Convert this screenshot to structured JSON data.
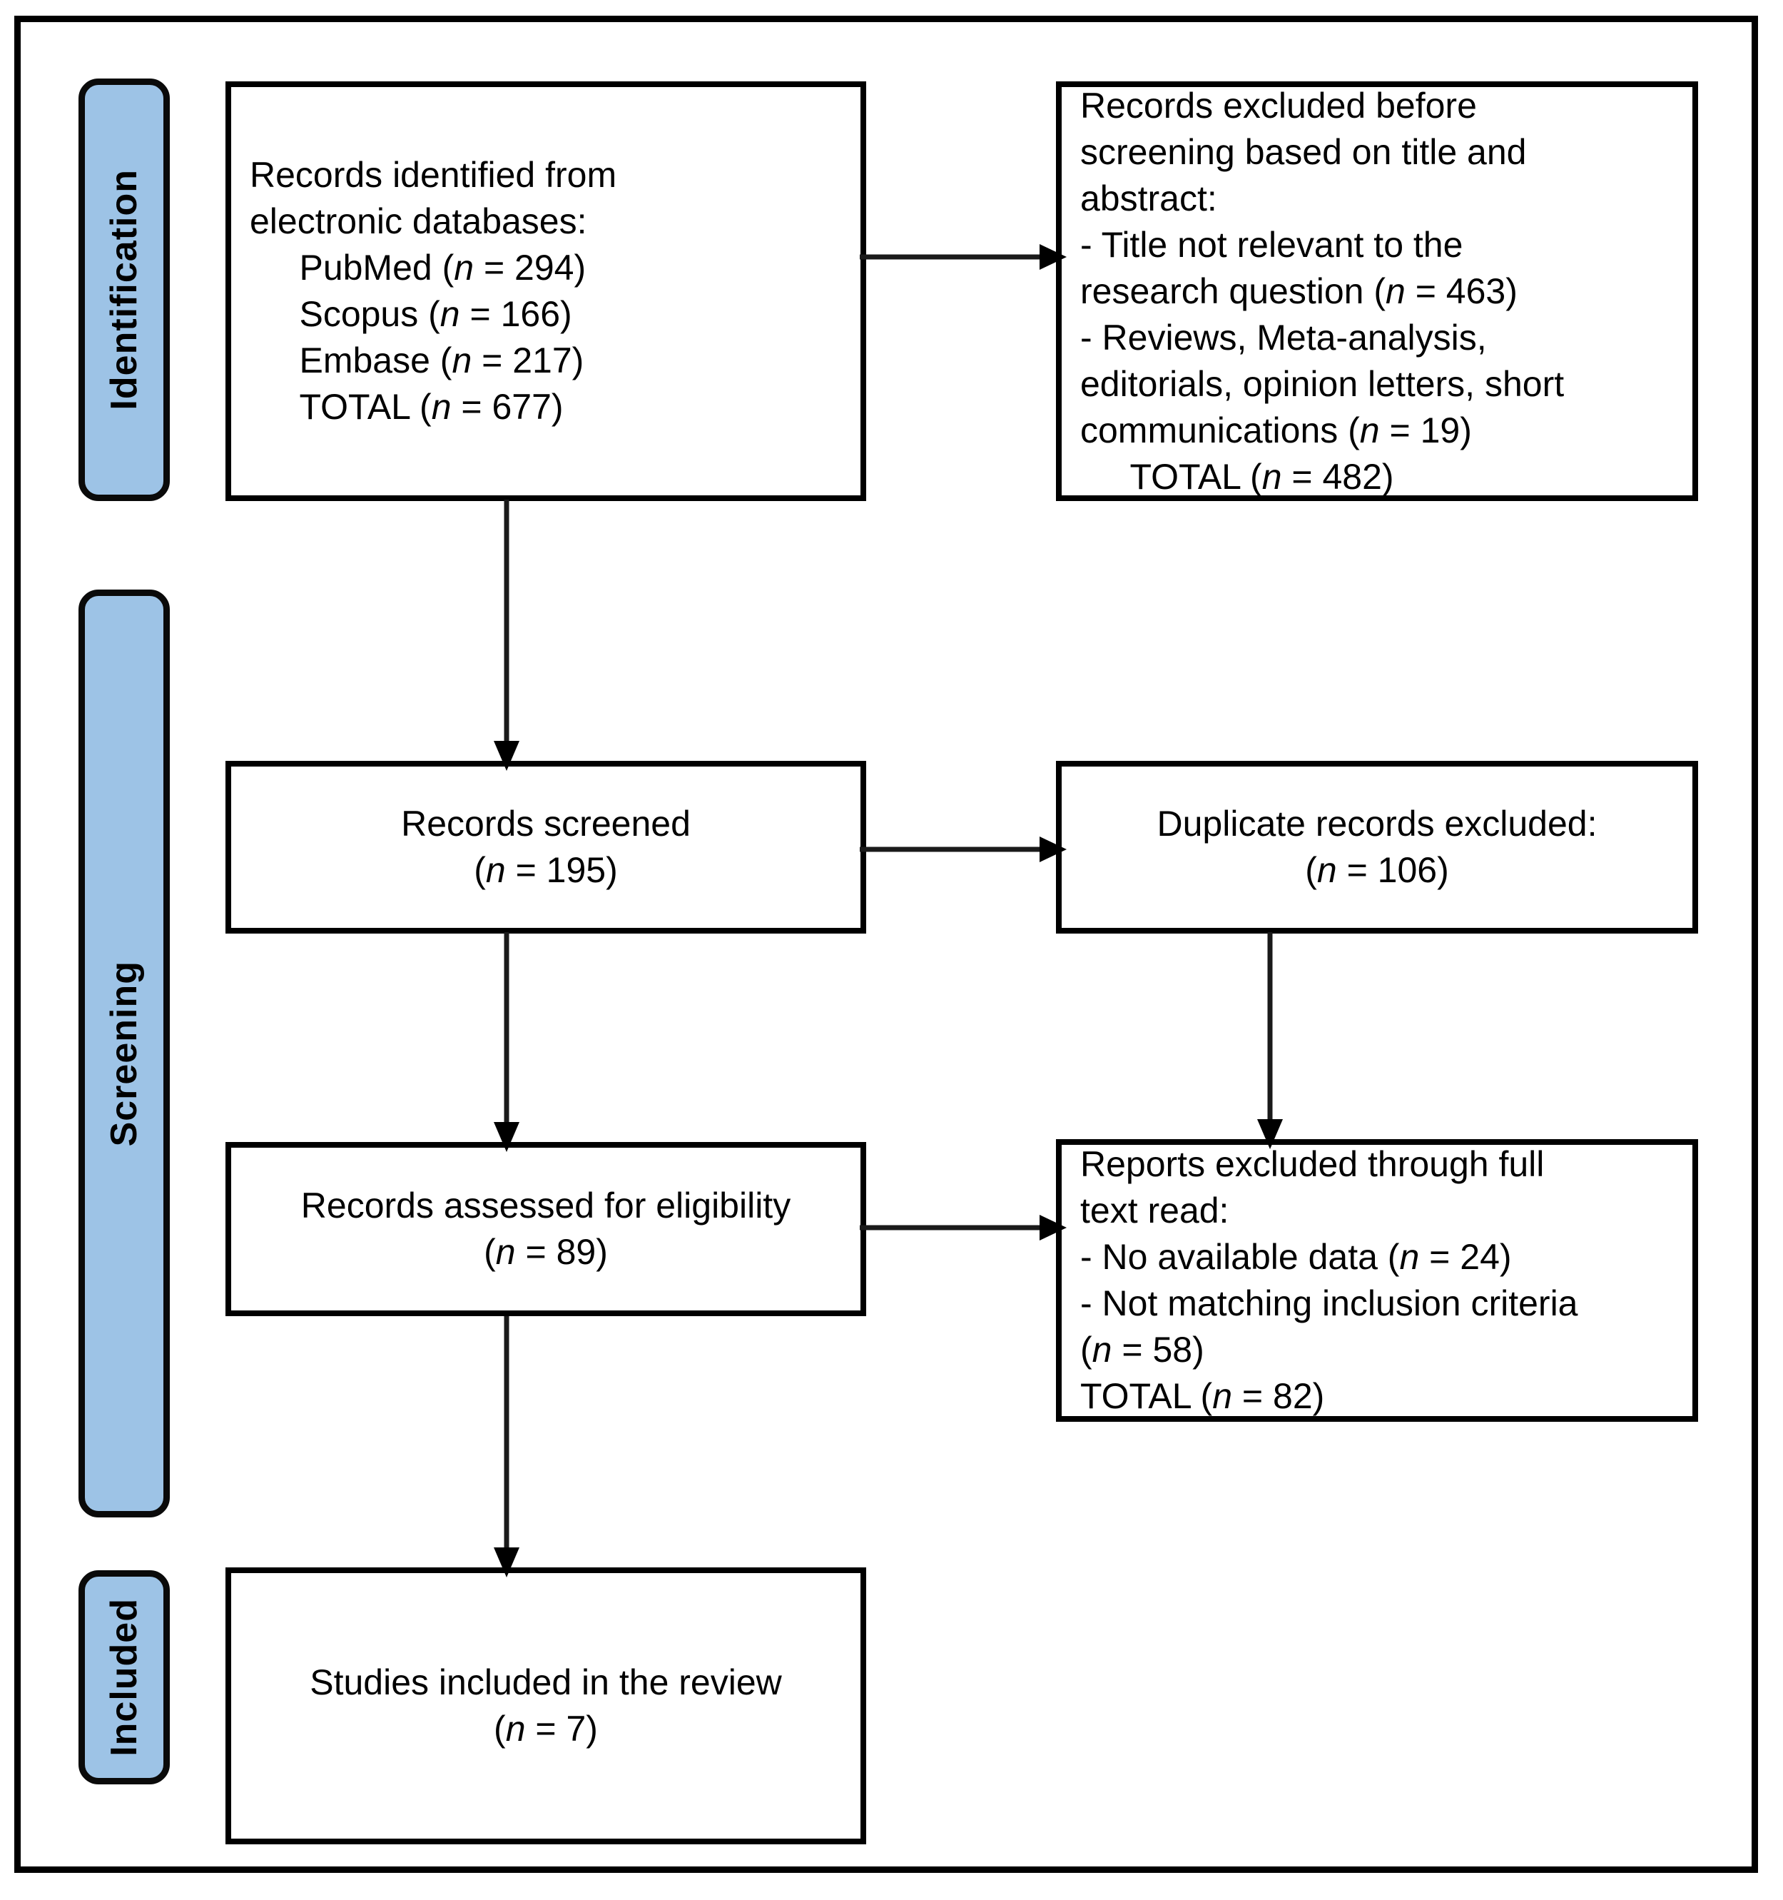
{
  "diagram": {
    "title": "PRISMA flow diagram",
    "accent_color": "#9DC3E6",
    "line_color": "#000000",
    "background_color": "#FFFFFF"
  },
  "stages": [
    {
      "id": "identification",
      "label": "Identification"
    },
    {
      "id": "screening",
      "label": "Screening"
    },
    {
      "id": "included",
      "label": "Included"
    }
  ],
  "boxes": {
    "identified": {
      "name": "records-identified",
      "text": "Records identified from\nelectronic databases:\n     PubMed (n = 294)\n     Scopus (n = 166)\n     Embase (n = 217)\n     TOTAL (n = 677)"
    },
    "excluded_pre_screening": {
      "name": "records-excluded-before-screening",
      "text": "Records excluded before\nscreening based on title and\nabstract:\n- Title not relevant to the\nresearch question (n = 463)\n- Reviews, Meta-analysis,\neditorials, opinion letters, short\ncommunications (n = 19)\n     TOTAL (n = 482)"
    },
    "screened": {
      "name": "records-screened",
      "text": "Records screened\n(n = 195)"
    },
    "duplicates_excluded": {
      "name": "duplicate-records-excluded",
      "text": "Duplicate records excluded:\n(n = 106)"
    },
    "eligibility": {
      "name": "records-assessed-for-eligibility",
      "text": "Records assessed for eligibility\n(n = 89)"
    },
    "excluded_full_text": {
      "name": "reports-excluded-full-text",
      "text": "Reports excluded through full\ntext read:\n- No available data (n = 24)\n- Not matching inclusion criteria\n(n = 58)\nTOTAL (n = 82)"
    },
    "included": {
      "name": "studies-included-in-review",
      "text": "Studies included in the review\n(n = 7)"
    }
  },
  "counts": {
    "pubmed": 294,
    "scopus": 166,
    "embase": 217,
    "identified_total": 677,
    "title_not_relevant": 463,
    "reviews_meta_editorials": 19,
    "excluded_pre_total": 482,
    "screened": 195,
    "duplicates": 106,
    "assessed_eligibility": 89,
    "no_available_data": 24,
    "not_matching_criteria": 58,
    "excluded_full_total": 82,
    "included_studies": 7
  },
  "arrows": [
    {
      "name": "identified-to-excluded-pre",
      "from": "identified",
      "to": "excluded_pre_screening",
      "direction": "right"
    },
    {
      "name": "identified-to-screened",
      "from": "identified",
      "to": "screened",
      "direction": "down"
    },
    {
      "name": "screened-to-duplicates",
      "from": "screened",
      "to": "duplicates_excluded",
      "direction": "right"
    },
    {
      "name": "screened-to-eligibility",
      "from": "screened",
      "to": "eligibility",
      "direction": "down"
    },
    {
      "name": "duplicates-to-excluded-full",
      "from": "duplicates_excluded",
      "to": "excluded_full_text",
      "direction": "down"
    },
    {
      "name": "eligibility-to-excluded-full",
      "from": "eligibility",
      "to": "excluded_full_text",
      "direction": "right"
    },
    {
      "name": "eligibility-to-included",
      "from": "eligibility",
      "to": "included",
      "direction": "down"
    }
  ]
}
